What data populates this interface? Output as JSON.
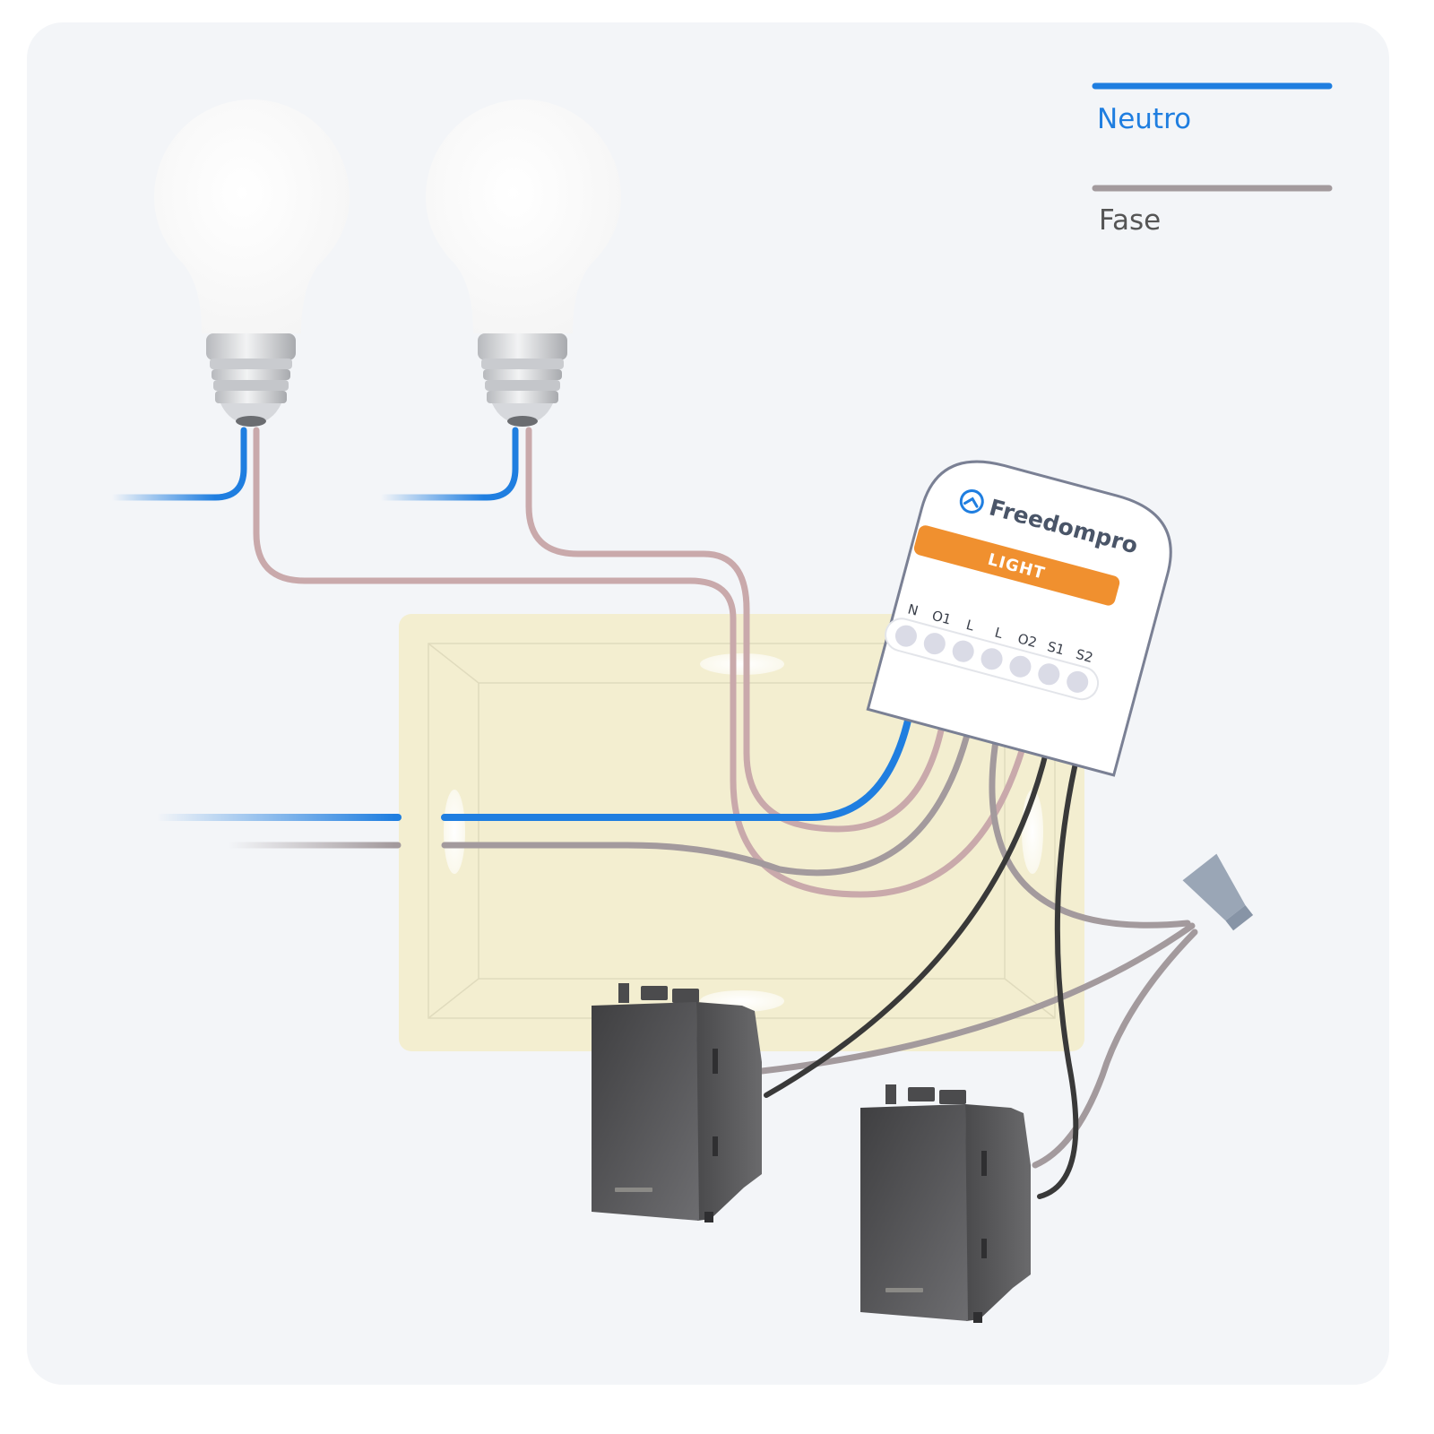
{
  "colors": {
    "background_panel": "#f3f5f8",
    "neutral_wire": "#1f7ee0",
    "phase_wire_legend": "#a39a9d",
    "phase_wire_bulb": "#c9a9ab",
    "switch_wire": "#393939",
    "junction_box": "#f3eed0",
    "module_badge": "#f0902f",
    "module_outline": "#7a8094",
    "wire_connector": "#9aa6b6",
    "switch_body": "#5a5a5c"
  },
  "legend": {
    "neutral_label": "Neutro",
    "phase_label": "Fase"
  },
  "module": {
    "brand": "Freedompro",
    "badge": "LIGHT",
    "brand_icon": "freedompro-logo-icon",
    "terminals": [
      "N",
      "O1",
      "L",
      "L",
      "O2",
      "S1",
      "S2"
    ]
  },
  "components": {
    "bulbs": [
      "light-bulb-icon",
      "light-bulb-icon"
    ],
    "switches": [
      "wall-switch-icon",
      "wall-switch-icon"
    ],
    "connector": "wire-connector-icon"
  }
}
